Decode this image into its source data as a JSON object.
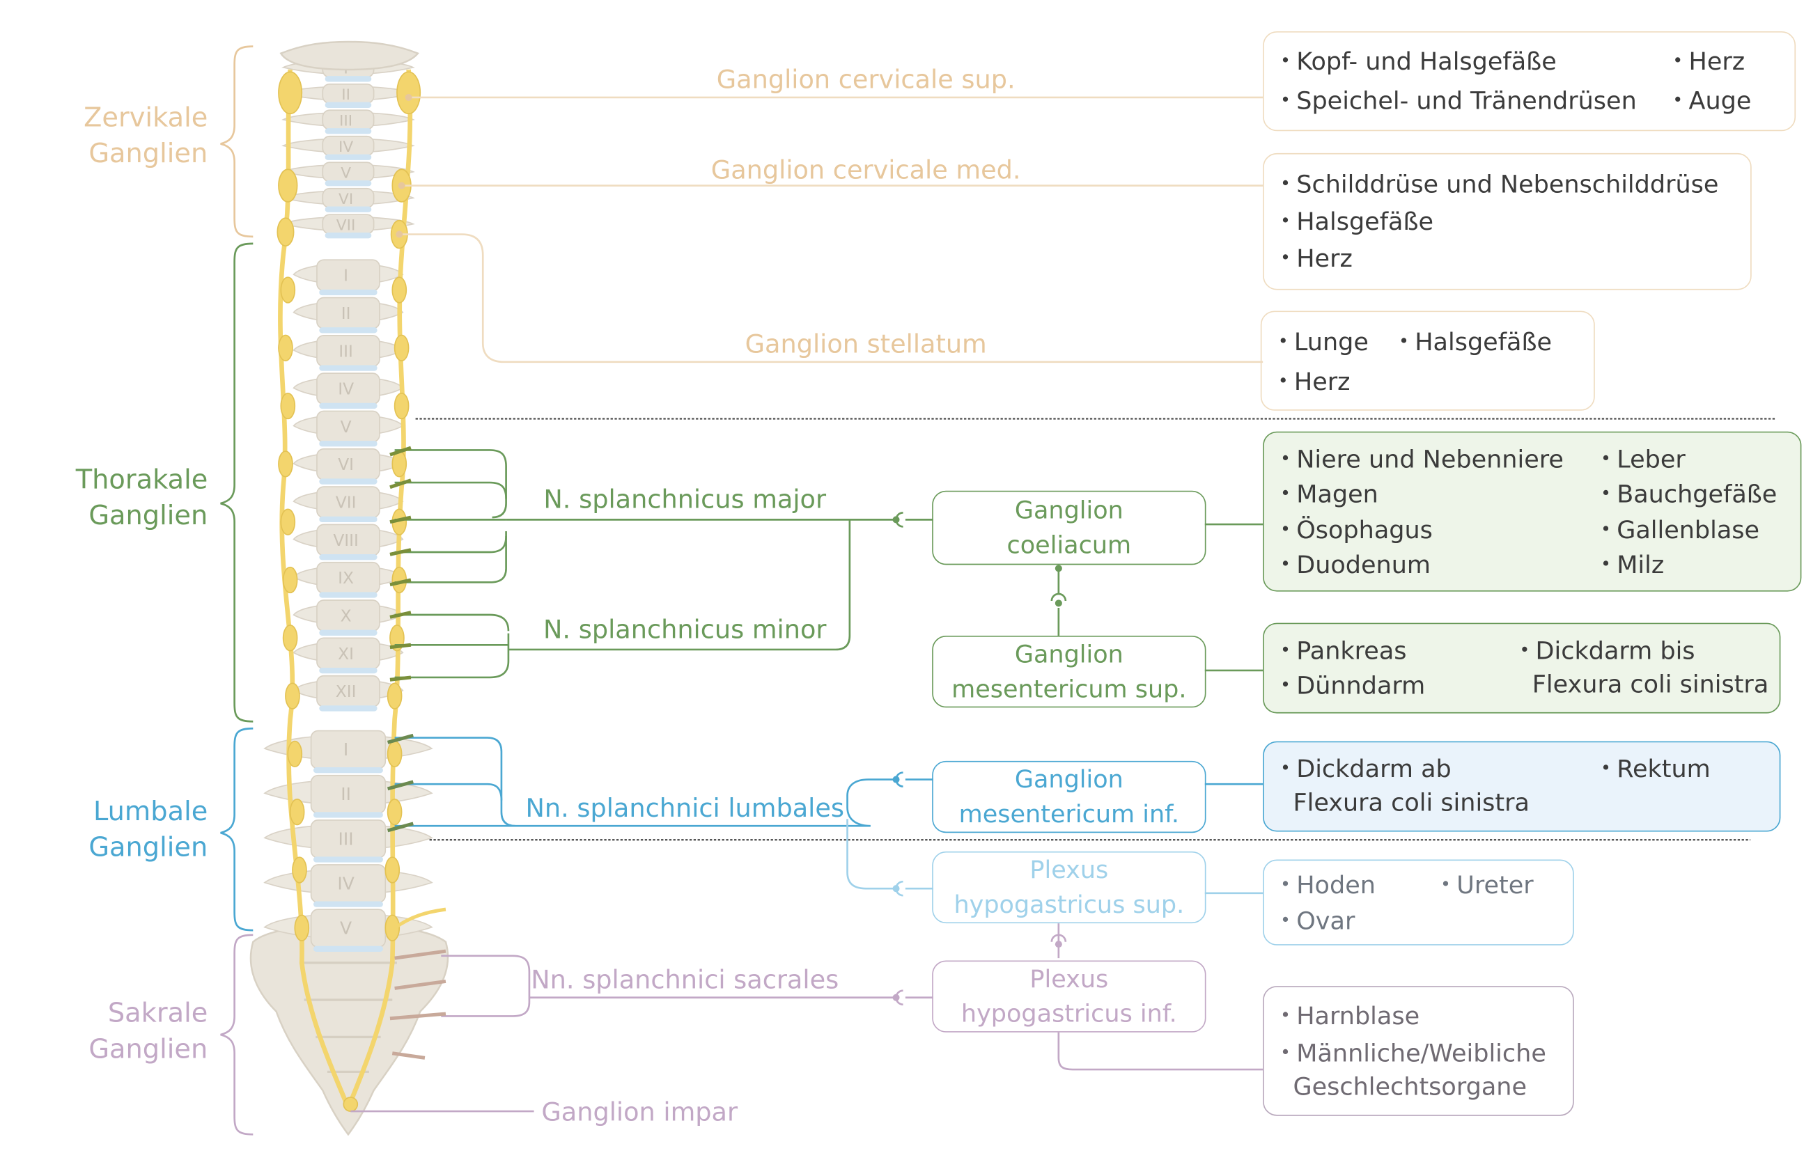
{
  "groups": {
    "cervical": [
      "Zervikale",
      "Ganglien"
    ],
    "thoracic": [
      "Thorakale",
      "Ganglien"
    ],
    "lumbar": [
      "Lumbale",
      "Ganglien"
    ],
    "sacral": [
      "Sakrale",
      "Ganglien"
    ]
  },
  "vertebrae": {
    "cervical": [
      "I",
      "II",
      "III",
      "IV",
      "V",
      "VI",
      "VII"
    ],
    "thoracic": [
      "I",
      "II",
      "III",
      "IV",
      "V",
      "VI",
      "VII",
      "VIII",
      "IX",
      "X",
      "XI",
      "XII"
    ],
    "lumbar": [
      "I",
      "II",
      "III",
      "IV",
      "V"
    ]
  },
  "nerves": {
    "gcs": "Ganglion cervicale sup.",
    "gcm": "Ganglion cervicale med.",
    "gst": "Ganglion stellatum",
    "major": "N. splanchnicus major",
    "minor": "N. splanchnicus minor",
    "lumb": "Nn. splanchnici lumbales",
    "sacr": "Nn. splanchnici sacrales",
    "impar": "Ganglion impar"
  },
  "ganglia": {
    "coel": [
      "Ganglion",
      "coeliacum"
    ],
    "msup": [
      "Ganglion",
      "mesentericum sup."
    ],
    "minf": [
      "Ganglion",
      "mesentericum inf."
    ],
    "hsup": [
      "Plexus",
      "hypogastricus sup."
    ],
    "hinf": [
      "Plexus",
      "hypogastricus inf."
    ]
  },
  "targets": {
    "gcs": {
      "a": "Kopf- und Halsgefäße",
      "b": "Speichel- und Tränendrüsen",
      "c": "Herz",
      "d": "Auge"
    },
    "gcm": {
      "a": "Schilddrüse und Nebenschilddrüse",
      "b": "Halsgefäße",
      "c": "Herz"
    },
    "gst": {
      "a": "Lunge",
      "b": "Halsgefäße",
      "c": "Herz"
    },
    "coel": {
      "a": "Niere und Nebenniere",
      "b": "Magen",
      "c": "Ösophagus",
      "d": "Duodenum",
      "e": "Leber",
      "f": "Bauchgefäße",
      "g": "Gallenblase",
      "h": "Milz"
    },
    "msup": {
      "a": "Pankreas",
      "b": "Dünndarm",
      "c": "Dickdarm bis",
      "d": "Flexura coli sinistra"
    },
    "minf": {
      "a": "Dickdarm ab",
      "b": "Flexura coli sinistra",
      "c": "Rektum"
    },
    "hsup": {
      "a": "Hoden",
      "b": "Ovar",
      "c": "Ureter"
    },
    "hinf": {
      "a": "Harnblase",
      "b": "Männliche/Weibliche",
      "c": "Geschlechtsorgane"
    }
  },
  "colors": {
    "cervical": "#e7c79c",
    "cervical_box": "#efdcc0",
    "thoracic": "#6a9a5a",
    "thoracic_fill": "#eef5e9",
    "lumbar": "#4aa7d2",
    "lumbar_fill": "#eaf3fb",
    "lumbar_light": "#9fd1ea",
    "sacral": "#c2a8c6",
    "sacral_box": "#b9a9bd",
    "trunk": "#f3d56d",
    "bone": "#e9e4da",
    "disc": "#cfe3f2"
  }
}
